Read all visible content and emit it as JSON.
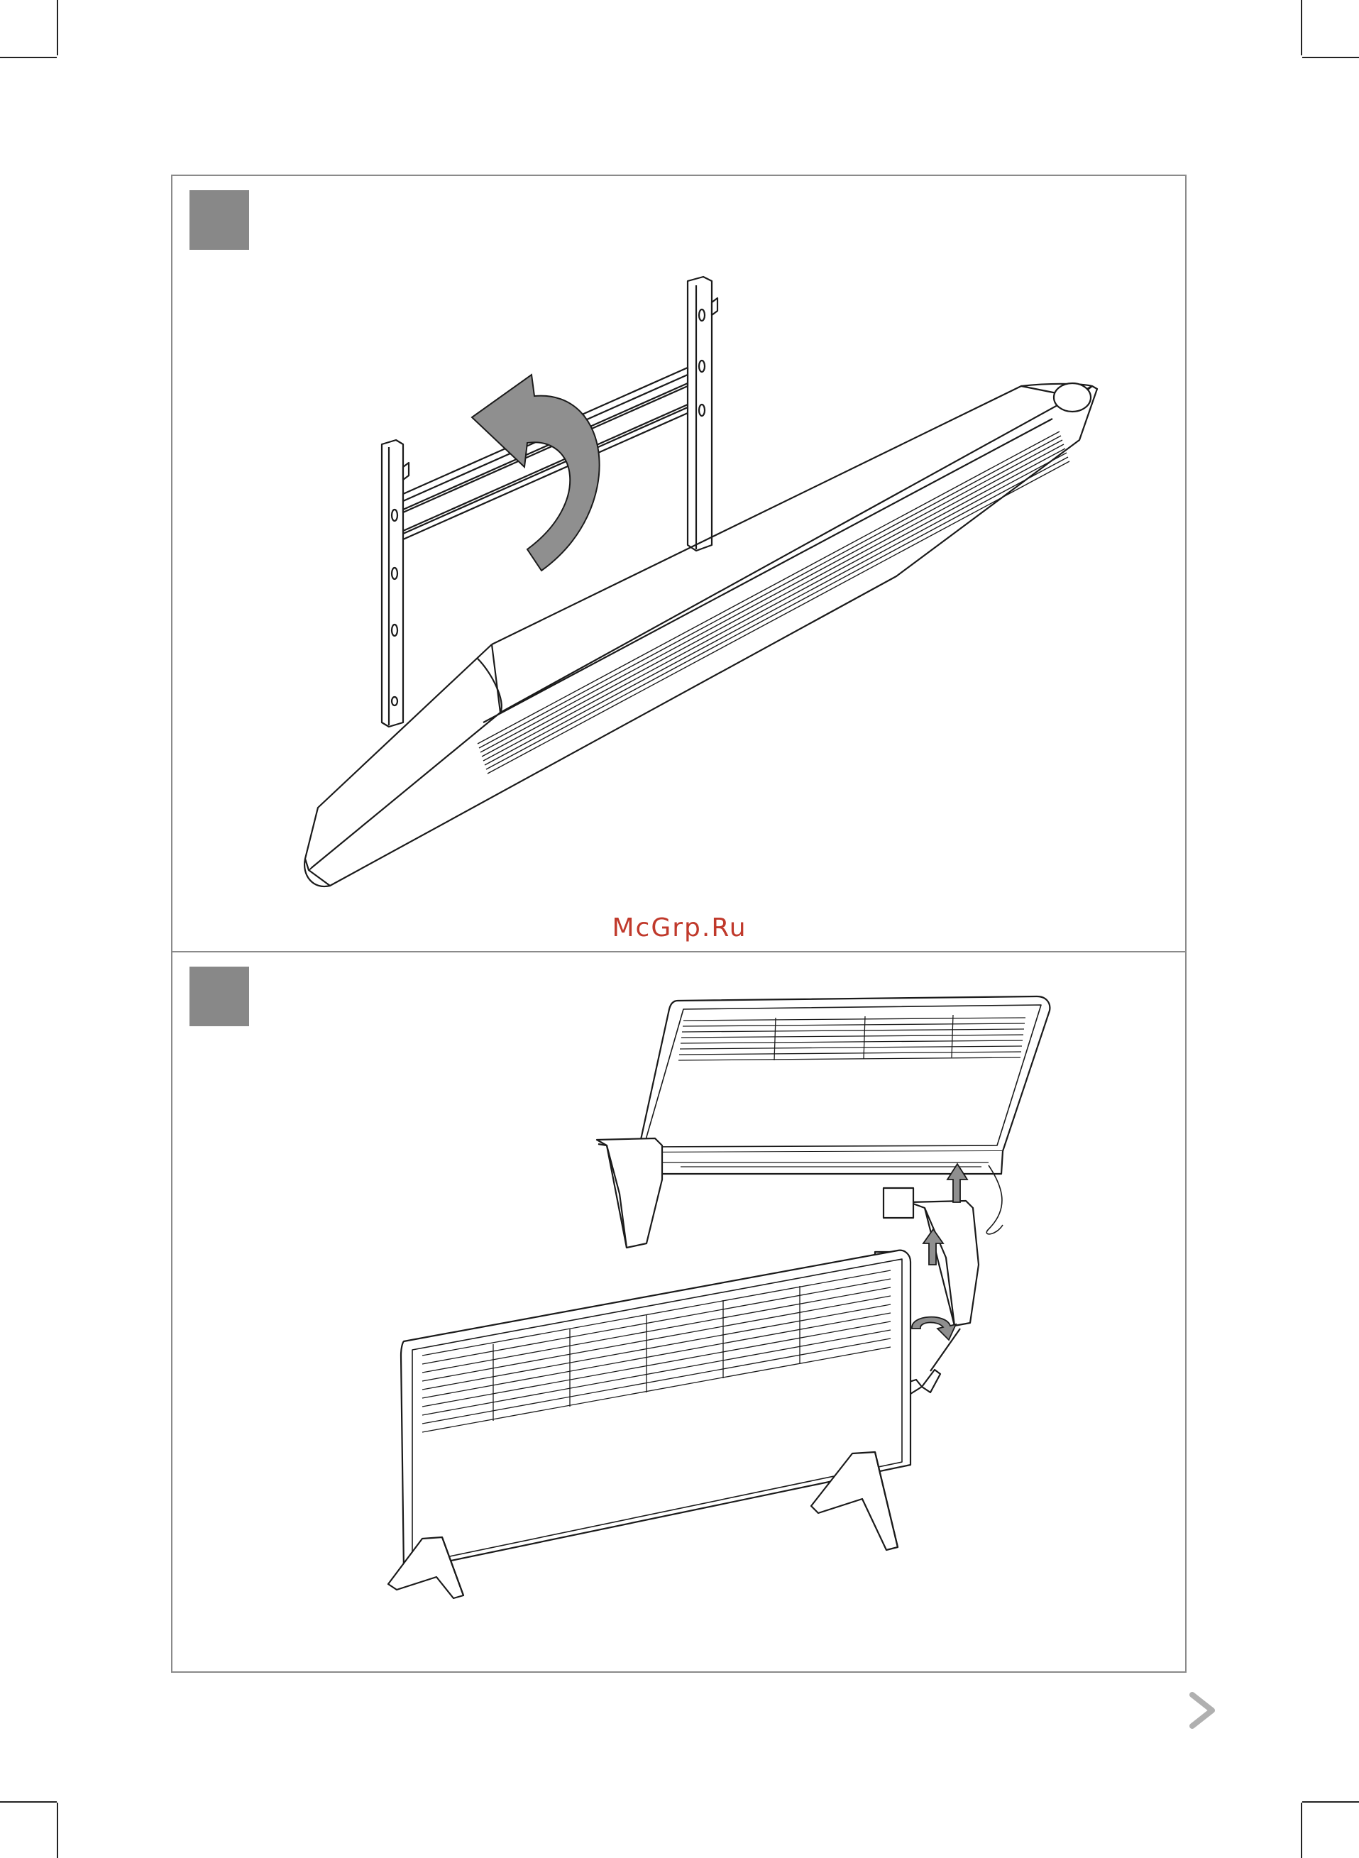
{
  "watermark": {
    "text": "McGrp.Ru",
    "color": "#c0392b"
  },
  "steps": [
    {
      "panel": "wall-mounting",
      "badge_color": "#888888"
    },
    {
      "panel": "floor-feet-mounting",
      "badge_color": "#888888",
      "sub_step_boxes": [
        "",
        "",
        ""
      ]
    }
  ],
  "icons": {
    "rotate_arrow": "curved-arrow-icon",
    "next_page": "chevron-right-icon"
  },
  "colors": {
    "frame": "#8a8a8a",
    "badge": "#888888",
    "arrow_fill": "#8f8f8f",
    "line": "#1a1a1a"
  }
}
